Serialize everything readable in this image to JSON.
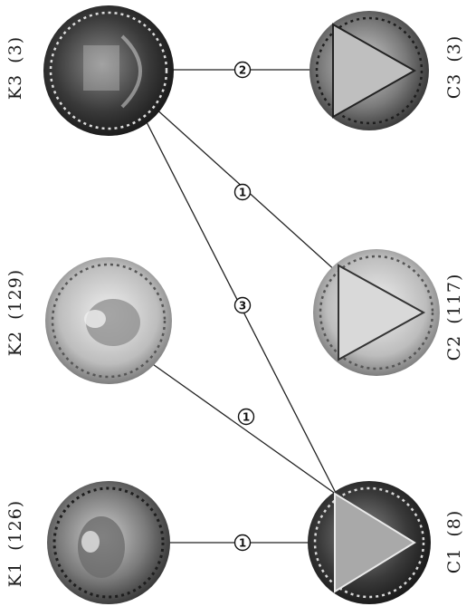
{
  "coins": [
    {
      "id": "K1",
      "label": "K1",
      "count": "(126)"
    },
    {
      "id": "K2",
      "label": "K2",
      "count": "(129)"
    },
    {
      "id": "K3",
      "label": "K3",
      "count": "(3)"
    },
    {
      "id": "C1",
      "label": "C1",
      "count": "(8)"
    },
    {
      "id": "C2",
      "label": "C2",
      "count": "(117)"
    },
    {
      "id": "C3",
      "label": "C3",
      "count": "(3)"
    }
  ],
  "links": [
    {
      "from": "K1",
      "to": "C1",
      "label": "1"
    },
    {
      "from": "K2",
      "to": "C1",
      "label": "1"
    },
    {
      "from": "K3",
      "to": "C1",
      "label": "3"
    },
    {
      "from": "K3",
      "to": "C2",
      "label": "1"
    },
    {
      "from": "K3",
      "to": "C3",
      "label": "2"
    }
  ],
  "colors": {
    "coin_light": "#cfcfcf",
    "coin_dark": "#2a2a2a",
    "line": "#222222",
    "text": "#1a1a1a"
  }
}
